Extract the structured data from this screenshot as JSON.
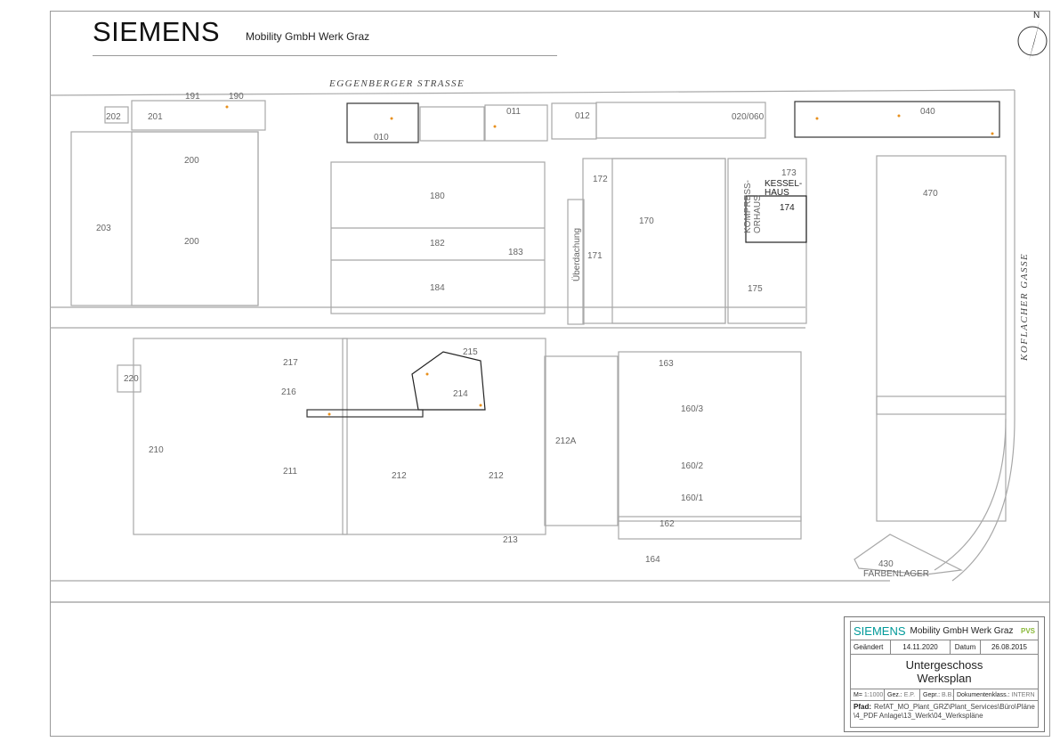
{
  "header": {
    "brand": "SIEMENS",
    "subtitle": "Mobility GmbH Werk Graz",
    "north": "N"
  },
  "streets": {
    "north": "EGGENBERGER STRASSE",
    "east": "KOFLACHER GASSE"
  },
  "buildings": [
    "202",
    "201",
    "191",
    "190",
    "010",
    "011",
    "012",
    "020/060",
    "040",
    "200",
    "200",
    "203",
    "180",
    "182",
    "183",
    "184",
    "172",
    "Überdachung",
    "171",
    "170",
    "173",
    "KESSEL-",
    "HAUS",
    "174",
    "KOMPRESS-",
    "ORHAUS",
    "175",
    "470",
    "217",
    "215",
    "216",
    "214",
    "220",
    "210",
    "211",
    "212",
    "212",
    "212A",
    "163",
    "160/3",
    "160/2",
    "160/1",
    "162",
    "213",
    "164",
    "430",
    "FARBENLAGER"
  ],
  "title_block": {
    "brand": "SIEMENS",
    "company": "Mobility GmbH Werk Graz",
    "logo": "PVS",
    "changed_label": "Geändert",
    "changed_value": "14.11.2020",
    "date_label": "Datum",
    "date_value": "26.08.2015",
    "title_line1": "Untergeschoss",
    "title_line2": "Werksplan",
    "scale_label": "M=",
    "scale_value": "1:1000",
    "drawn_label": "Gez.:",
    "drawn_value": "E.P.",
    "checked_label": "Gepr.:",
    "checked_value": "B.B.",
    "docclass_label": "Dokumentenklass.:",
    "docclass_value": "INTERN",
    "path_label": "Pfad:",
    "path_value": "RefAT_MO_Plant_GRZ\\Plant_Services\\Büro\\Pläne\\4_PDF Anlage\\13_Werk\\04_Werkspläne"
  },
  "colors": {
    "siemens_teal": "#009999",
    "annotation_orange": "#e8901c",
    "wall_gray": "#a8a8a8"
  }
}
